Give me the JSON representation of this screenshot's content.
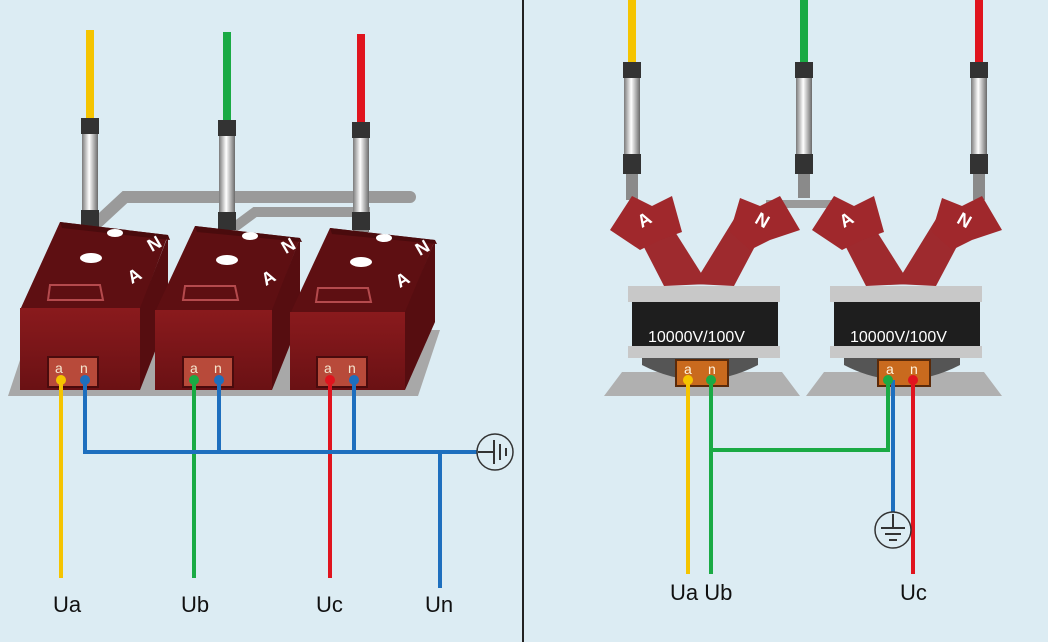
{
  "left_panel": {
    "transformers": [
      {
        "terminal_a": "a",
        "terminal_n": "n",
        "mark_a": "A",
        "mark_n": "N"
      },
      {
        "terminal_a": "a",
        "terminal_n": "n",
        "mark_a": "A",
        "mark_n": "N"
      },
      {
        "terminal_a": "a",
        "terminal_n": "n",
        "mark_a": "A",
        "mark_n": "N"
      }
    ],
    "outputs": {
      "ua": "Ua",
      "ub": "Ub",
      "uc": "Uc",
      "un": "Un"
    }
  },
  "right_panel": {
    "transformers": [
      {
        "rating": "10000V/100V",
        "terminal_a": "a",
        "terminal_n": "n",
        "mark_a": "A",
        "mark_n": "N"
      },
      {
        "rating": "10000V/100V",
        "terminal_a": "a",
        "terminal_n": "n",
        "mark_a": "A",
        "mark_n": "N"
      }
    ],
    "outputs": {
      "ua_ub": "Ua Ub",
      "uc": "Uc"
    }
  },
  "colors": {
    "background": "#dcecf3",
    "phase_a": "#f5c400",
    "phase_b": "#1aaa44",
    "phase_c": "#e0141e",
    "neutral": "#1e6fbe",
    "transformer_body": "#7a1518",
    "insulator": "#a0282c",
    "divider": "#222222"
  },
  "icons": [
    "ground-icon",
    "ground-icon"
  ]
}
